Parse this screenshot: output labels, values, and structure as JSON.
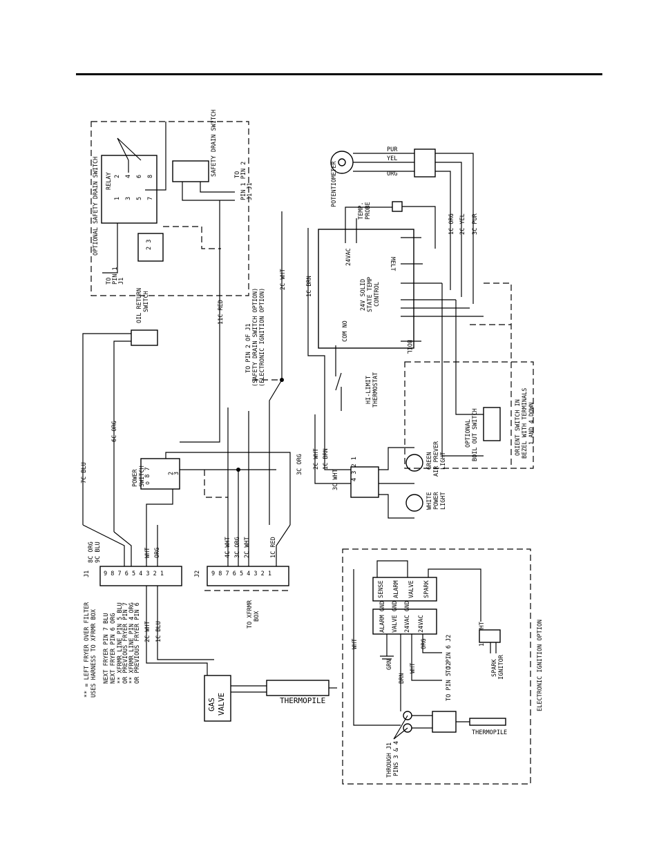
{
  "labels": {
    "safety_drain_title": "OPTIONAL SAFETY DRAIN SWITCH",
    "relay": "RELAY",
    "relay_pins": [
      "1",
      "2",
      "3",
      "4",
      "5",
      "6",
      "7",
      "8"
    ],
    "safety_drain_switch": "SAFETY DRAIN SWITCH",
    "to_pin1_j1_a": "TO",
    "to_pin1_j1_b": "PIN 1",
    "to_pin1_j1_c": "J1",
    "to_j1_pins_a": "TO",
    "to_j1_pins_b": "PIN 1  PIN 2",
    "to_j1_pins_c": "J1      J1",
    "oil_return_switch_a": "OIL RETURN",
    "oil_return_switch_b": "SWITCH",
    "to_pin2_j1_a": "TO PIN 2 OF J1",
    "to_pin2_j1_b": "(SAFETY DRAIN SWITCH OPTION)",
    "to_pin2_j1_c": "(ELECTRONIC IGNITION OPTION)",
    "potentiometer": "POTENTIOMETER",
    "pur": "PUR",
    "yel": "YEL",
    "org": "ORG",
    "temp_probe_a": "TEMP.",
    "temp_probe_b": "PROBE",
    "control_a": "24V SOLID",
    "control_b": "STATE TEMP",
    "control_c": "CONTROL",
    "melt": "MELT",
    "boil": "BOIL",
    "com_no": "COM  NO",
    "vac24": "24VAC",
    "wire_1c_org": "1C ORG",
    "wire_2c_yel": "2C YEL",
    "wire_3c_pur": "3C PUR",
    "wire_11c_red": "11C RED",
    "wire_2c_wht": "2C WHT",
    "wire_1c_brn": "1C BRN",
    "wire_6c_org": "6C ORG",
    "wire_7c_blu": "7C BLU",
    "hi_limit_a": "HI-LIMIT",
    "hi_limit_b": "THERMOSTAT",
    "power_switch_a": "POWER",
    "power_switch_b": "SWITCH",
    "green_light_a": "GREEN",
    "green_light_b": "AIR PREVER",
    "green_light_c": "LIGHT",
    "white_light_a": "WHITE",
    "white_light_b": "POWER",
    "white_light_c": "LIGHT",
    "boil_out_a": "OPTIONAL",
    "boil_out_b": "BOIL OUT SWITCH",
    "orient_a": "ORIENT SWITCH IN",
    "orient_b": "BEZEL WITH TERMINALS",
    "orient_c": "1 AND 4 DOWN",
    "j1": "J1",
    "j2": "J2",
    "j1_wht": "WHT",
    "j1_org": "ORG",
    "j2_wires": [
      "4C WHT",
      "3C ORG",
      "2C WHT",
      "1C RED"
    ],
    "bc_org": "8C ORG",
    "gc_blu": "9C BLU",
    "left_fryer_note_a": "** = LEFT FRYER OVER FILTER",
    "left_fryer_note_b": "USES HARNESS TO XFRMR BOX",
    "next_pin7": "NEXT FRYER PIN 7 BLU",
    "next_pin6": "NEXT FRYER PIN 6 ORG",
    "xfrmr_pin5": "** XFRMR LINE PIN 5 BLU",
    "prev_pin7": "OR PREVIOUS FRYER PIN 7",
    "xfrmr_pin4": "** XFRMR LINE PIN 4 ORG",
    "prev_pin6": "OR PREVIOUS FRYER PIN 6",
    "to_xfrmr_a": "TO XFRMR",
    "to_xfrmr_b": "BOX",
    "wire_2c_wht_b": "2C WHT",
    "wire_1c_blu": "1C BLU",
    "gas_valve_a": "GAS",
    "gas_valve_b": "VALVE",
    "thermopile": "THERMOPILE",
    "sense": "SENSE",
    "alarm": "ALARM",
    "valve": "VALVE",
    "spark": "SPARK",
    "ign_terms": [
      "ALARM GND",
      "VALVE GND",
      "24VAC GND",
      "24VAC"
    ],
    "wht": "WHT",
    "grn": "GRN",
    "brn": "BRN",
    "to_pin6_j2": "TO PIN 6 J2",
    "to_pin5_j2": "TO PIN 5 J2",
    "wire_13c_wht": "13C WHT",
    "spark_ignitor_a": "SPARK",
    "spark_ignitor_b": "IGNITOR",
    "through_j1_a": "THROUGH J1",
    "through_j1_b": "PINS 3 & 4",
    "thermopile_b": "THERMOPILE",
    "electronic_ignition": "ELECTRONIC IGNITION OPTION",
    "wire_3c_wht": "3C WHT",
    "wire_3c_org": "3C ORG",
    "wire_2c_wht_c": "2C WHT",
    "wire_1c_brn_b": "1C BRN"
  }
}
